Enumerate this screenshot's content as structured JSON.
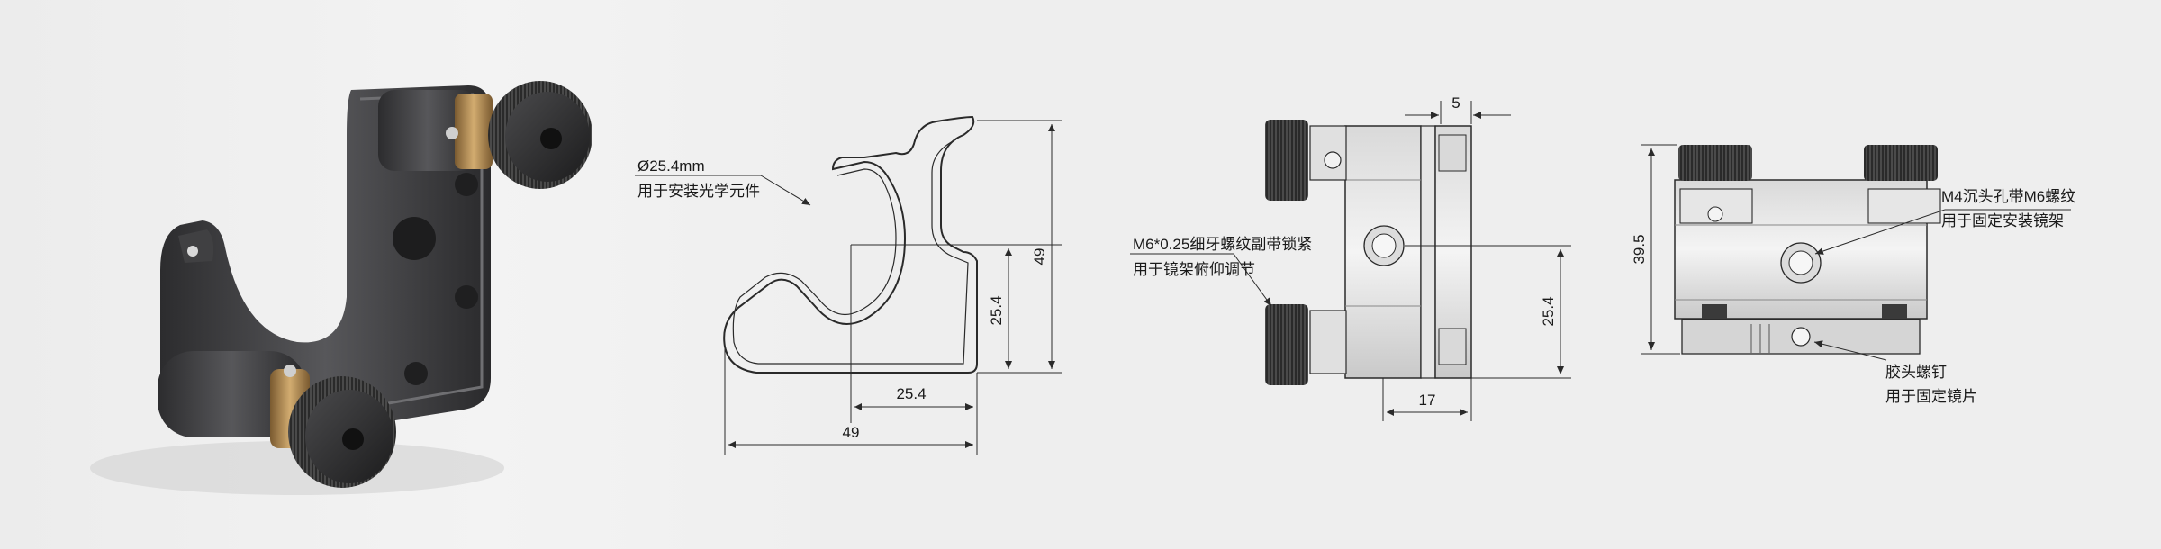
{
  "diagram": {
    "photo": {
      "alt": ""
    },
    "front_view": {
      "note_optic_size": "Ø25.4mm",
      "note_optic_use": "用于安装光学元件",
      "dim_height_total": "49",
      "dim_height_center": "25.4",
      "dim_width_center": "25.4",
      "dim_width_total": "49"
    },
    "side_view": {
      "dim_top": "5",
      "dim_bottom": "17",
      "dim_height_center": "25.4",
      "note_thread": "M6*0.25细牙螺纹副带锁紧",
      "note_thread_use": "用于镜架俯仰调节"
    },
    "top_view": {
      "dim_height": "39.5",
      "note_hole": "M4沉头孔带M6螺纹",
      "note_hole_use": "用于固定安装镜架",
      "note_screw": "胶头螺钉",
      "note_screw_use": "用于固定镜片"
    },
    "colors": {
      "body_dark": "#3a3a3c",
      "brass": "#b08a55",
      "line": "#2a2a2a",
      "background": "#eeeeee"
    }
  }
}
